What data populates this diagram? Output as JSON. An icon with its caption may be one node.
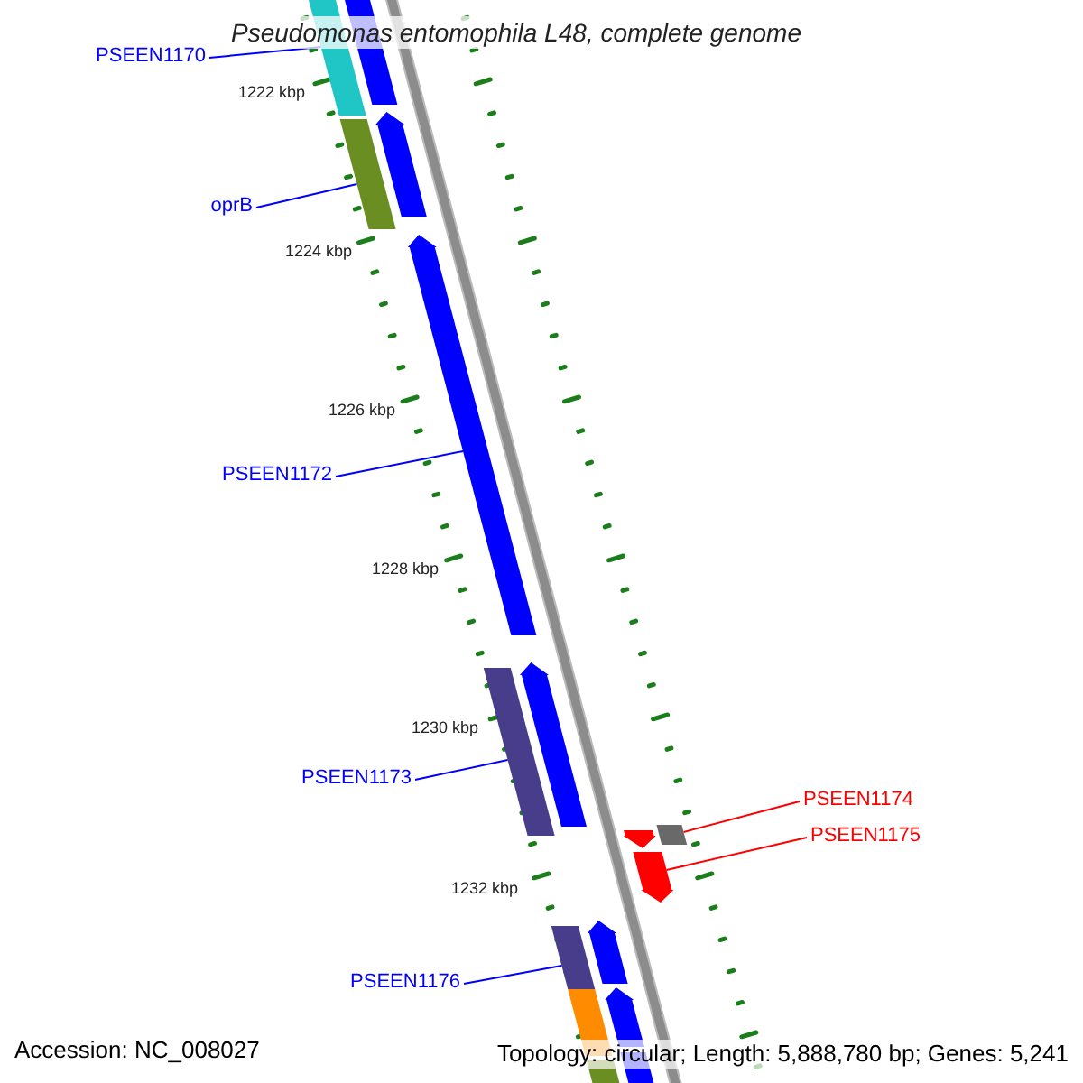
{
  "diagram": {
    "title": "Pseudomonas entomophila L48, complete genome",
    "nodes": [
      {
        "text": [
          "PSEEN1170"
        ]
      },
      {
        "text": [],
        "shape": "bar"
      },
      {
        "text": [
          "oprB"
        ]
      },
      {
        "text": [],
        "shape": "bar"
      },
      {
        "text": [
          "PSEEN1172"
        ]
      },
      {
        "text": [],
        "shape": "arrow"
      },
      {
        "text": [
          "PSEEN1173"
        ]
      },
      {
        "text": [],
        "shape": "bar"
      },
      {
        "text": [
          "PSEEN1174"
        ]
      },
      {
        "text": [],
        "shape": "box"
      },
      {
        "text": [
          "PSEEN1175"
        ]
      },
      {
        "text": [],
        "shape": "arrow"
      },
      {
        "text": [
          "PSEEN1176"
        ]
      },
      {
        "text": [],
        "shape": "bar"
      },
      {
        "text": [],
        "shape": "bar"
      },
      {
        "text": [],
        "shape": "arrow"
      },
      {
        "text": [],
        "shape": "arrow"
      },
      {
        "text": [],
        "shape": "arrow"
      },
      {
        "text": [],
        "shape": "arrow"
      },
      {
        "text": [],
        "shape": "bar"
      },
      {
        "text": [],
        "shape": "bar"
      },
      {
        "text": [],
        "shape": "bar"
      },
      {
        "text": [],
        "shape": "arrow"
      }
    ],
    "edges": [
      {
        "from": 0,
        "to": 1,
        "arrow": "none"
      },
      {
        "from": 2,
        "to": 3,
        "arrow": "none"
      },
      {
        "from": 4,
        "to": 5,
        "arrow": "none"
      },
      {
        "from": 6,
        "to": 7,
        "arrow": "none"
      },
      {
        "from": 8,
        "to": 9,
        "arrow": "none",
        "color": "#ff0000"
      },
      {
        "from": 10,
        "to": 11,
        "arrow": "none",
        "color": "#ff0000"
      },
      {
        "from": 12,
        "to": 13,
        "arrow": "none"
      }
    ],
    "labels": [
      "1222 kbp",
      "1224 kbp",
      "1226 kbp",
      "1228 kbp",
      "1230 kbp",
      "1232 kbp",
      "Accession: NC_008027",
      "Topology: circular; Length: 5,888,780 bp; Genes: 5,241"
    ]
  }
}
